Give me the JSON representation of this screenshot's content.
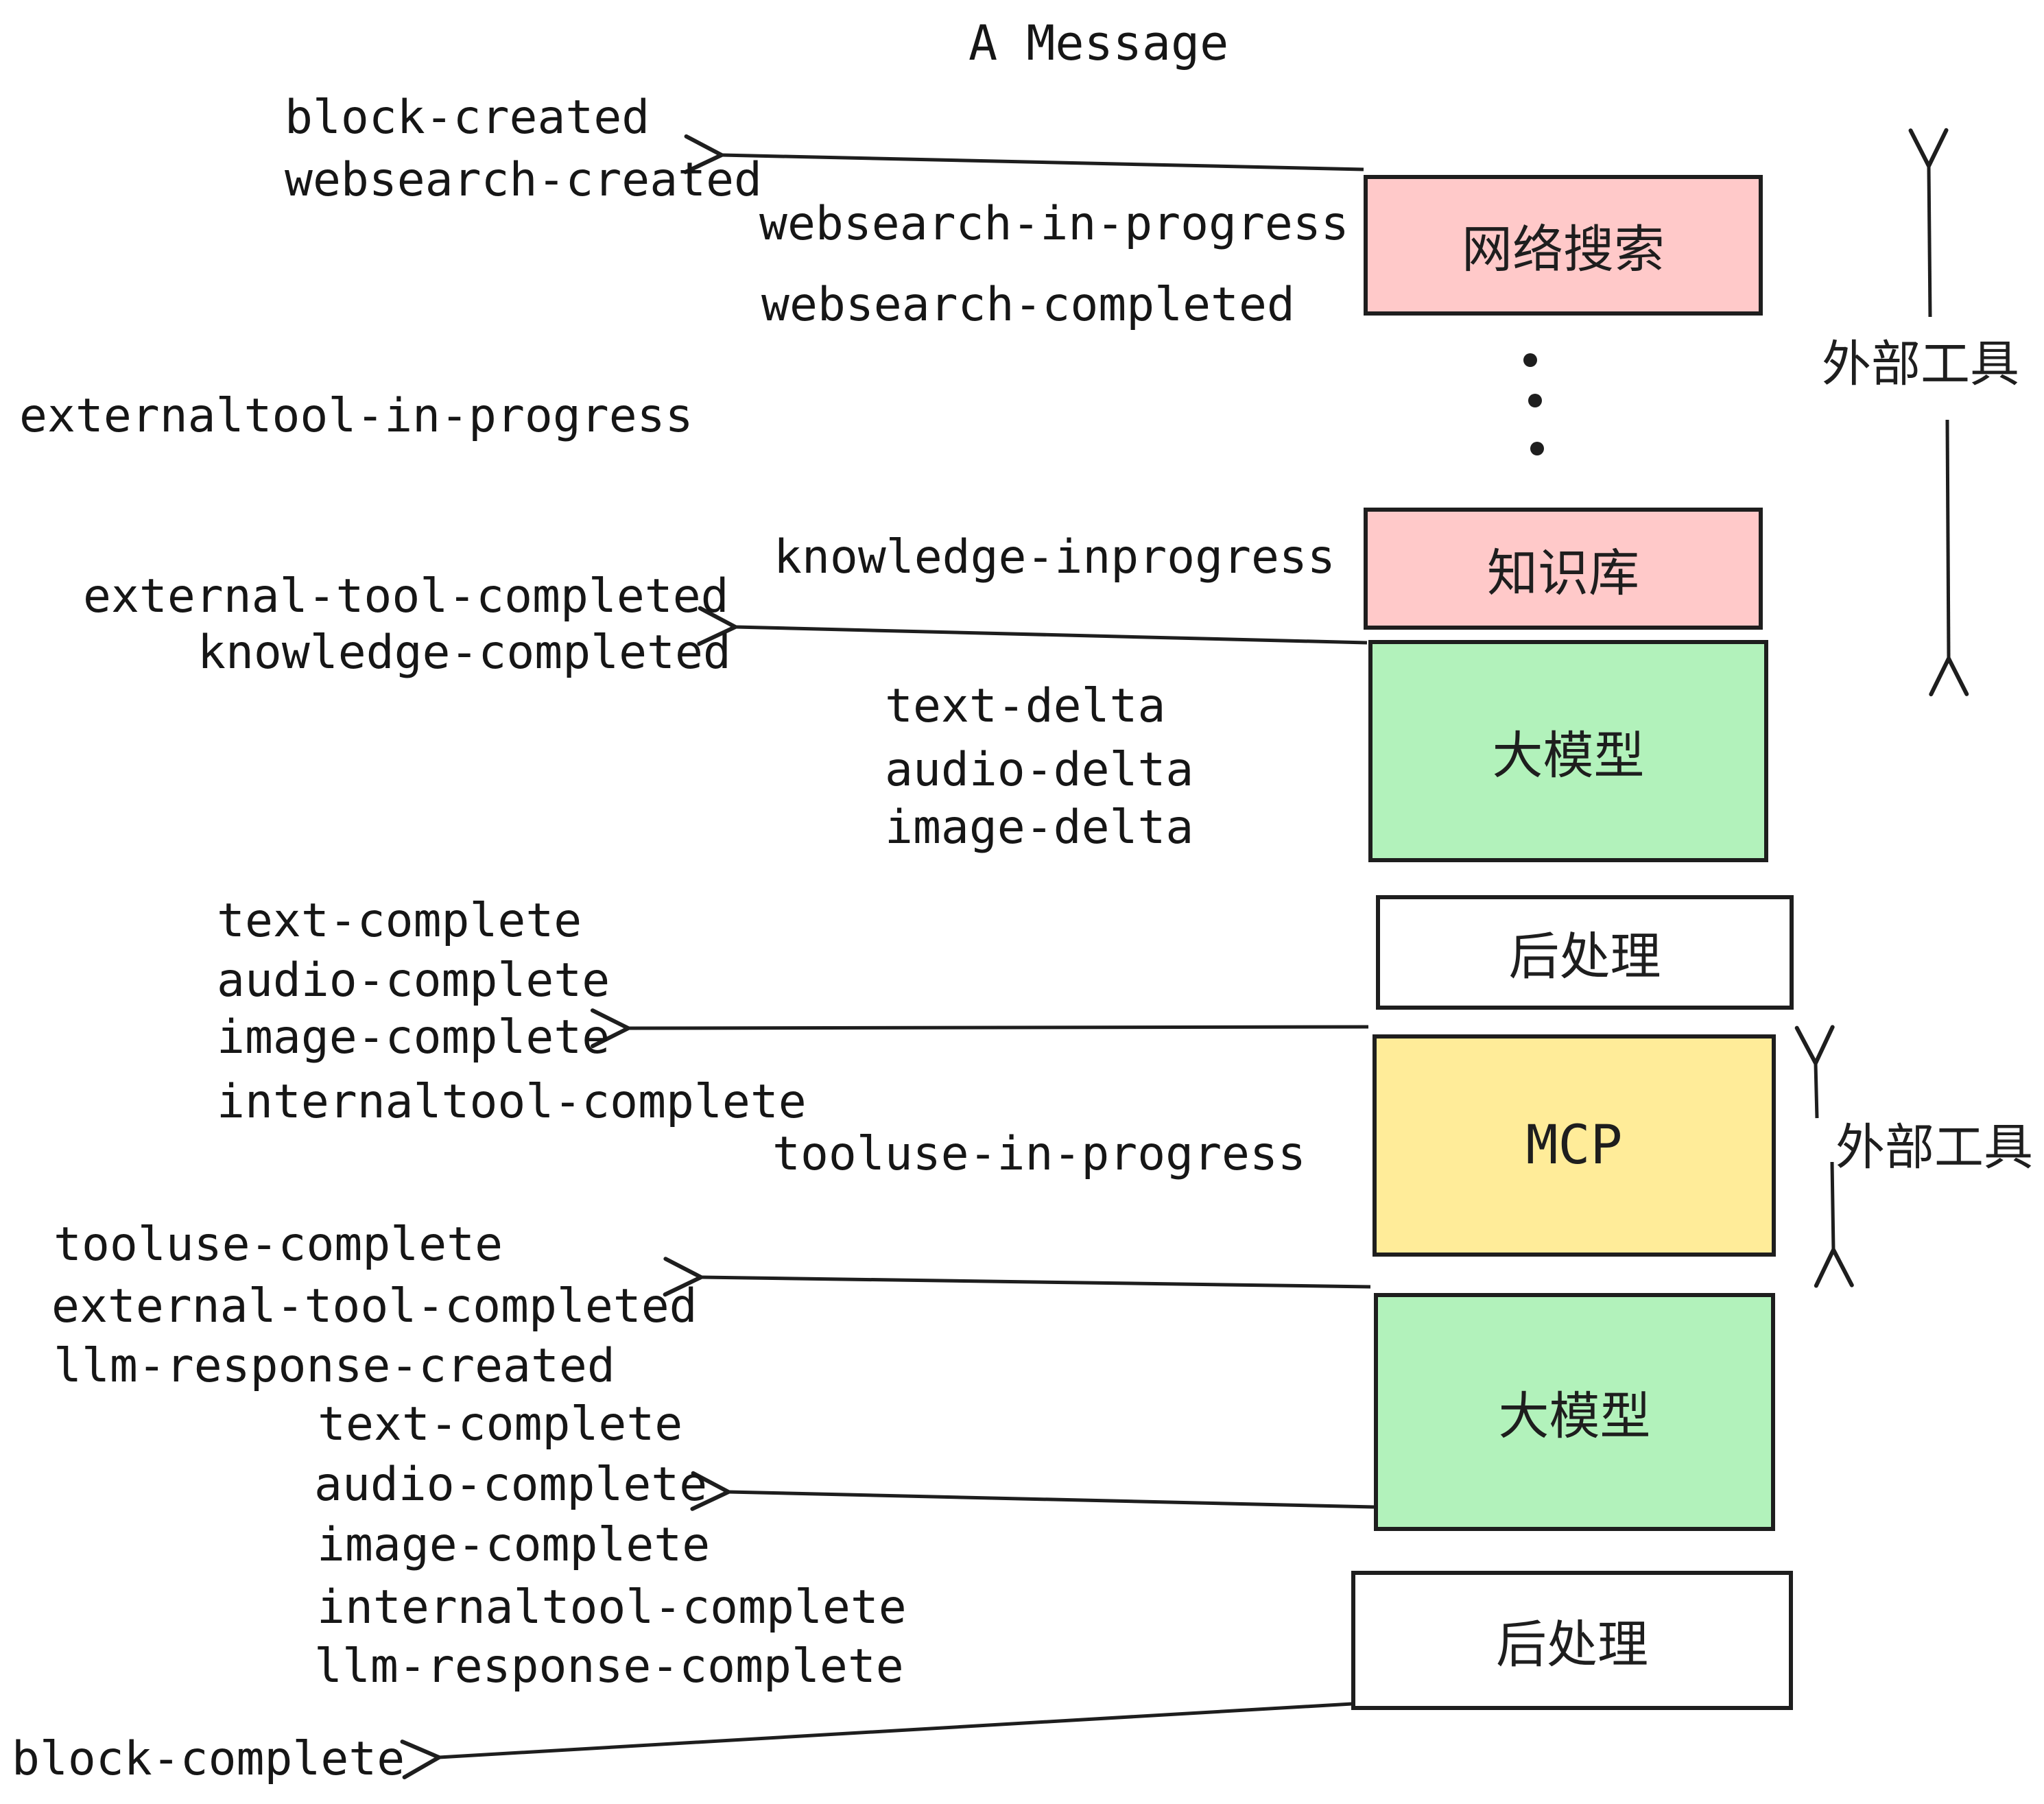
{
  "title": "A Message",
  "boxes": [
    {
      "id": "websearch",
      "label": "网络搜索",
      "fill": "#ffc9c9"
    },
    {
      "id": "knowledge",
      "label": "知识库",
      "fill": "#ffc9c9"
    },
    {
      "id": "llm-1",
      "label": "大模型",
      "fill": "#b2f2bb"
    },
    {
      "id": "post-1",
      "label": "后处理",
      "fill": "#ffffff"
    },
    {
      "id": "mcp",
      "label": "MCP",
      "fill": "#ffec99"
    },
    {
      "id": "llm-2",
      "label": "大模型",
      "fill": "#b2f2bb"
    },
    {
      "id": "post-2",
      "label": "后处理",
      "fill": "#ffffff"
    }
  ],
  "events": {
    "block_created": "block-created",
    "websearch_created": "websearch-created",
    "websearch_in_progress": "websearch-in-progress",
    "websearch_completed": "websearch-completed",
    "externaltool_in_progress": "externaltool-in-progress",
    "knowledge_inprogress": "knowledge-inprogress",
    "external_tool_completed": "external-tool-completed",
    "knowledge_completed": "knowledge-completed",
    "text_delta": "text-delta",
    "audio_delta": "audio-delta",
    "image_delta": "image-delta",
    "text_complete": "text-complete",
    "audio_complete": "audio-complete",
    "image_complete": "image-complete",
    "internaltool_complete": "internaltool-complete",
    "tooluse_in_progress": "tooluse-in-progress",
    "tooluse_complete": "tooluse-complete",
    "llm_response_created": "llm-response-created",
    "llm_response_complete": "llm-response-complete",
    "block_complete": "block-complete"
  },
  "side_labels": {
    "external_tools_top": "外部工具",
    "external_tools_middle": "外部工具"
  },
  "colors": {
    "box_outline": "#1e1e1e",
    "pink_fill": "#ffc9c9",
    "green_fill": "#b2f2bb",
    "yellow_fill": "#ffec99",
    "white_fill": "#ffffff",
    "text": "#161616"
  }
}
